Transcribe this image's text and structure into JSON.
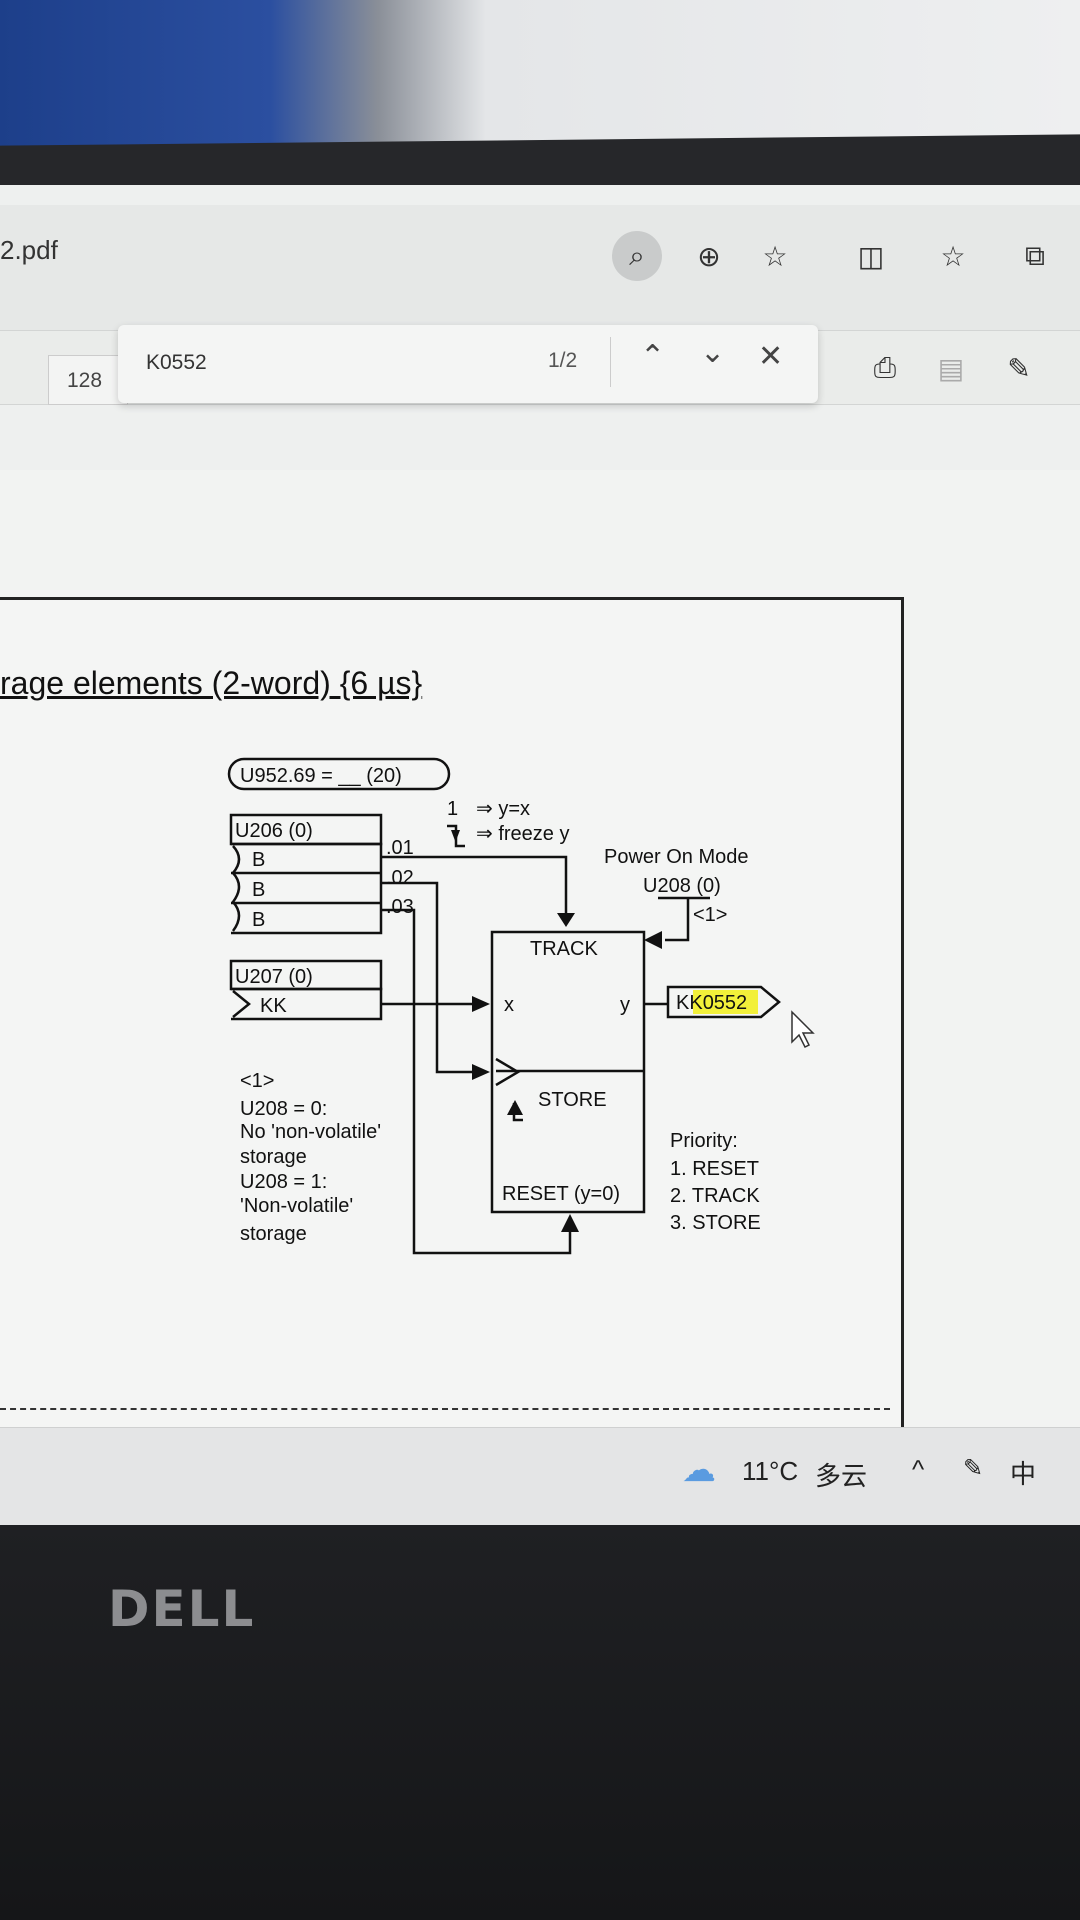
{
  "browser": {
    "file_name": "2.pdf",
    "page_number": "128",
    "toolbar_icons": [
      "search-in-page-icon",
      "zoom-in-icon",
      "add-favorite-icon",
      "split-screen-icon",
      "favorites-icon",
      "collections-icon",
      "print-icon",
      "save-icon",
      "save-as-icon"
    ]
  },
  "find": {
    "query": "K0552",
    "count": "1/2"
  },
  "document": {
    "title": "rage elements (2-word) {6 µs}",
    "diagram": {
      "param_u952": "U952.69 = __  (20)",
      "u206": "U206  (0)",
      "b": "B",
      "suffix_01": ".01",
      "suffix_02": ".02",
      "suffix_03": ".03",
      "u207": "U207  (0)",
      "kk": "KK",
      "legend_1": "1",
      "legend_yx": "⇒ y=x",
      "legend_freeze": "⇒ freeze y",
      "power_on_mode": "Power On Mode",
      "u208": "U208 (0)",
      "note_ref": "<1>",
      "track": "TRACK",
      "x": "x",
      "y": "y",
      "store": "STORE",
      "reset": "RESET (y=0)",
      "output_prefix": "KK",
      "output_highlight": "0552",
      "highlight_color": "#f2f03a",
      "note": [
        "<1>",
        "U208 = 0:",
        "No 'non-volatile'",
        "storage",
        "U208 = 1:",
        "'Non-volatile'",
        "storage"
      ],
      "priority": [
        "Priority:",
        "1. RESET",
        "2. TRACK",
        "3. STORE"
      ]
    }
  },
  "taskbar": {
    "temperature": "11°C",
    "weather": "多云",
    "ime": "中"
  },
  "laptop": {
    "brand": "DELL"
  }
}
